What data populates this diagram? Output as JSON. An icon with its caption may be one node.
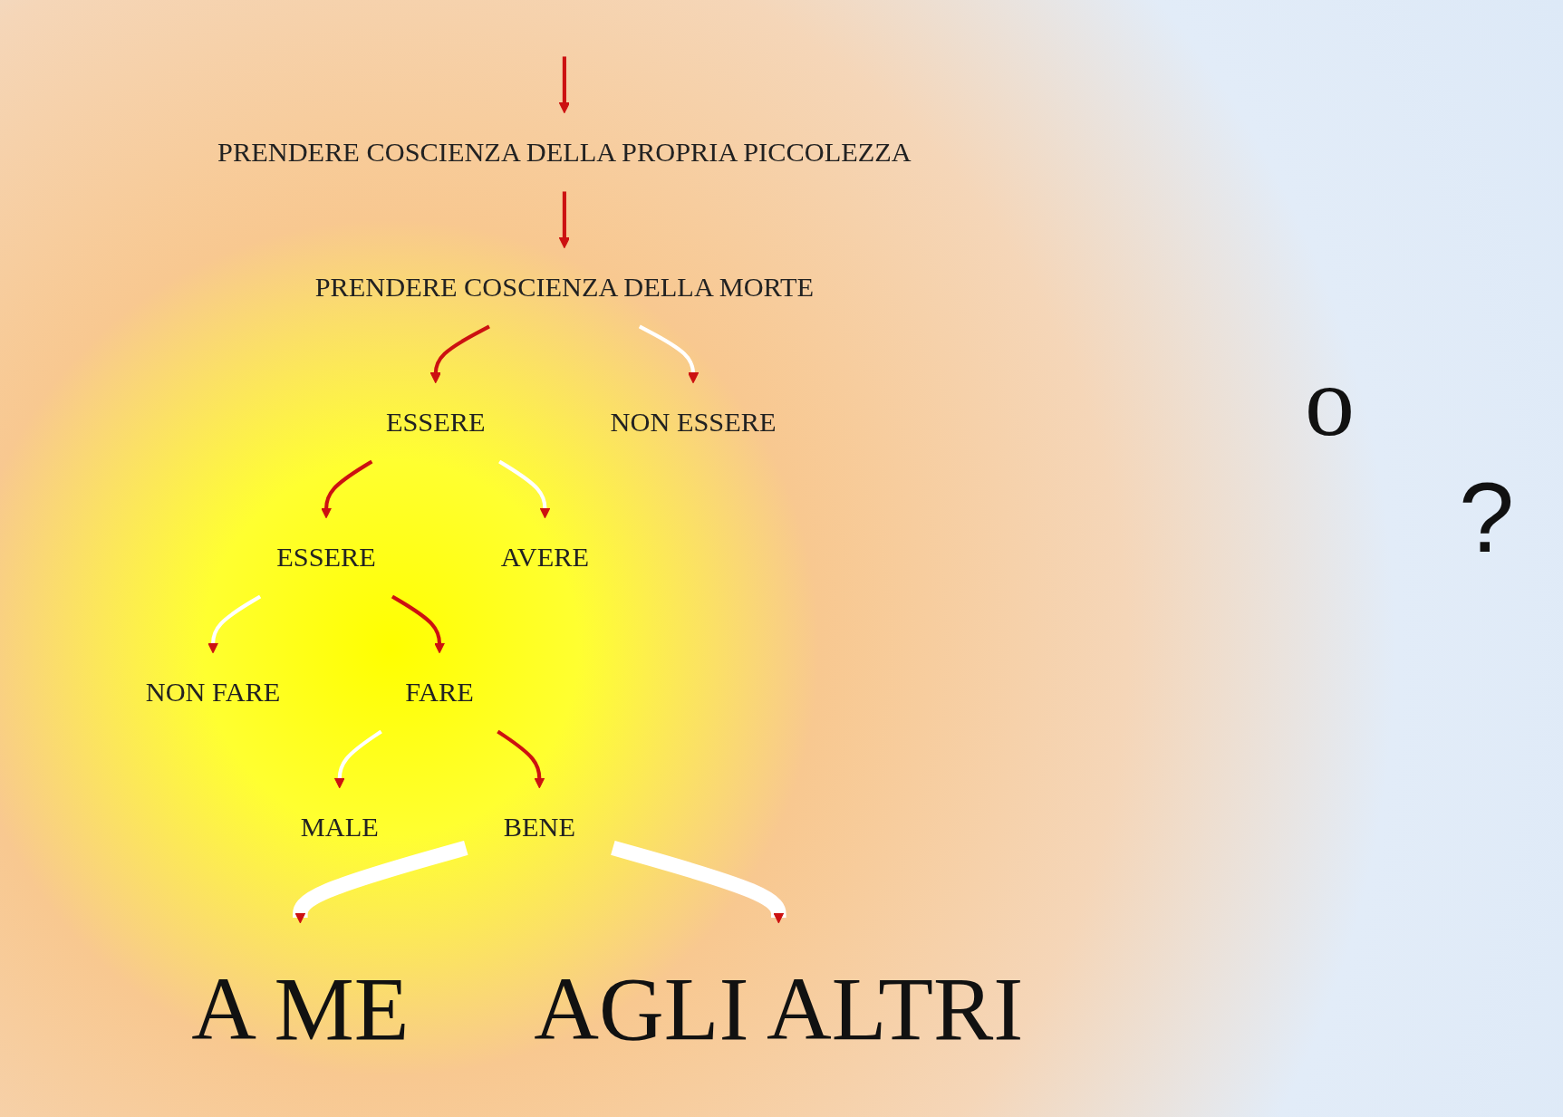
{
  "diagram": {
    "nodes": [
      {
        "text": [
          "PRENDERE COSCIENZA DELLA PROPRIA PICCOLEZZA"
        ]
      },
      {
        "text": [
          "PRENDERE COSCIENZA DELLA MORTE"
        ]
      },
      {
        "text": [
          "ESSERE"
        ]
      },
      {
        "text": [
          "NON ESSERE"
        ]
      },
      {
        "text": [
          "ESSERE"
        ]
      },
      {
        "text": [
          "AVERE"
        ]
      },
      {
        "text": [
          "NON FARE"
        ]
      },
      {
        "text": [
          "FARE"
        ]
      },
      {
        "text": [
          "MALE"
        ]
      },
      {
        "text": [
          "BENE"
        ]
      },
      {
        "text": [
          "A ME"
        ]
      },
      {
        "text": [
          "AGLI ALTRI"
        ]
      }
    ],
    "edges": [
      {
        "from": null,
        "to": 0,
        "arrow": "to"
      },
      {
        "from": 0,
        "to": 1,
        "arrow": "to"
      },
      {
        "from": 1,
        "to": 2,
        "arrow": "to"
      },
      {
        "from": 1,
        "to": 3,
        "arrow": "to",
        "color": "#ffffff"
      },
      {
        "from": 2,
        "to": 4,
        "arrow": "to"
      },
      {
        "from": 2,
        "to": 5,
        "arrow": "to",
        "color": "#ffffff"
      },
      {
        "from": 4,
        "to": 6,
        "arrow": "to",
        "color": "#ffffff"
      },
      {
        "from": 4,
        "to": 7,
        "arrow": "to"
      },
      {
        "from": 7,
        "to": 8,
        "arrow": "to",
        "color": "#ffffff"
      },
      {
        "from": 7,
        "to": 9,
        "arrow": "to"
      },
      {
        "from": 9,
        "to": 10,
        "arrow": "to",
        "style": "thick",
        "color": "#ffffff"
      },
      {
        "from": 9,
        "to": 11,
        "arrow": "to",
        "style": "thick",
        "color": "#ffffff"
      }
    ],
    "labels": [
      "o",
      "?"
    ]
  }
}
